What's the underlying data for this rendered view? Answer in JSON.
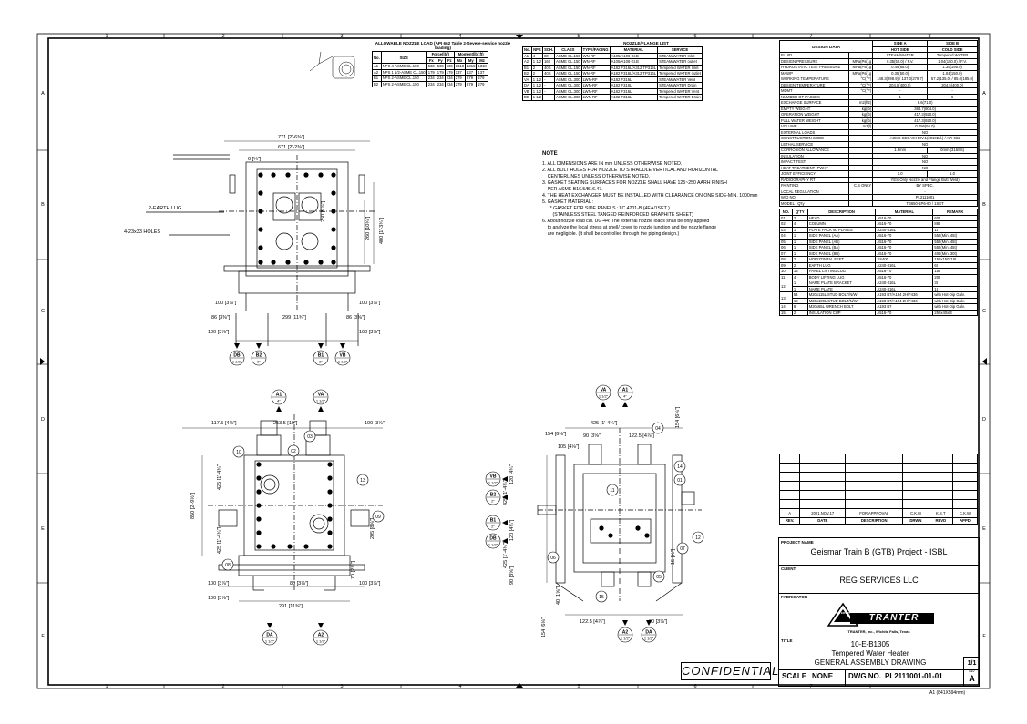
{
  "border": {
    "columns": [
      "1",
      "2",
      "3",
      "4",
      "5",
      "6",
      "7",
      "8"
    ],
    "rows": [
      "A",
      "B",
      "C",
      "D",
      "E",
      "F"
    ]
  },
  "nozzle_load": {
    "title": "ALLOWABLE NOZZLE LOAD (API 662 Table 2-Severe-service nozzle loading)",
    "group_force": "Force(lbf)",
    "group_moment": "Moment(lbf.ft)",
    "headers": [
      "No.",
      "SIZE",
      "Fx",
      "Fy",
      "Fz",
      "Mx",
      "My",
      "Mz"
    ],
    "rows": [
      [
        "A1",
        "NPS 4-ASME CL.150",
        "536",
        "536",
        "536",
        "1318",
        "1318",
        "1318"
      ],
      [
        "A2",
        "NPS 1 1/2-ASME CL.150",
        "179",
        "179",
        "179",
        "137",
        "137",
        "137"
      ],
      [
        "B1",
        "NPS 2-ASME CL.150",
        "234",
        "234",
        "234",
        "279",
        "279",
        "279"
      ],
      [
        "B2",
        "NPS 2-ASME CL.150",
        "234",
        "234",
        "234",
        "279",
        "279",
        "279"
      ]
    ]
  },
  "nozzle_list": {
    "title": "NOZZLE/FLANGE LIST",
    "headers": [
      "No.",
      "NPS",
      "SCH.",
      "CLASS",
      "TYPE/FACING",
      "MATERIAL",
      "SERVICE"
    ],
    "rows": [
      [
        "A1",
        "4",
        "80",
        "ASME CL.150",
        "WN-RF",
        "A105/A106 Gr.B",
        "STEAM/WATER Inlet"
      ],
      [
        "A2",
        "1 1/2",
        "160",
        "ASME CL.150",
        "WN-RF",
        "A105/A106 Gr.B",
        "STEAM/WATER outlet"
      ],
      [
        "B1",
        "2",
        "40S",
        "ASME CL.150",
        "WN-RF",
        "A182 F316L/A312 TP316L",
        "Tempered WATER Inlet"
      ],
      [
        "B2",
        "2",
        "40S",
        "ASME CL.150",
        "WN-RF",
        "A182 F316L/A312 TP316L",
        "Tempered WATER outlet"
      ],
      [
        "VA",
        "1 1/2",
        "-",
        "ASME CL.300",
        "LWN-RF",
        "A182 F316L",
        "STEAM/WATER Vent"
      ],
      [
        "DA",
        "1 1/2",
        "-",
        "ASME CL.300",
        "LWN-RF",
        "A182 F316L",
        "STEAM/WATER Drain"
      ],
      [
        "VB",
        "1 1/2",
        "-",
        "ASME CL.300",
        "LWN-RF",
        "A182 F316L",
        "Tempered WATER Vent"
      ],
      [
        "DB",
        "1 1/2",
        "-",
        "ASME CL.300",
        "LWN-RF",
        "A182 F316L",
        "Tempered WATER Drain"
      ]
    ]
  },
  "notes": {
    "heading": "NOTE",
    "lines": [
      "1. ALL DIMENSIONS ARE IN mm UNLESS OTHERWISE NOTED.",
      "2. ALL BOLT HOLES FOR NOZZLE TO STRADDLE VERTICAL AND HORIZONTAL",
      "    CENTERLINES UNLESS OTHERWISE NOTED.",
      "3. GASKET SEATING SURFACES FOR NOZZLE SHALL HAVE 125~250 AARH FINISH",
      "    PER ASME B16.5/B16.47.",
      "4. THE HEAT EXCHANGER MUST BE INSTALLED WITH CLEARANCE ON ONE SIDE-MIN. 1000mm",
      "5. GASKET MATERIAL :",
      "      * GASKET FOR SIDE PANELS :JIC 4201-B (4EA/1SET )",
      "        (STAINLESS STEEL TANGED REINFORCED GRAPHITE SHEET)",
      "6. About nozzle load cal. UG-44: The external nozzle loads shall be only applied",
      "    to analyze the local stress at shell/ cover to nozzle junction and the nozzle flange",
      "    are negligible. (It shall be controlled through the piping design.)"
    ]
  },
  "design_data": {
    "title": "DESIGN DATA",
    "side_a": "SIDE A",
    "side_b": "SIDE B",
    "hot": "HOT SIDE",
    "cold": "COLD SIDE",
    "rows": [
      [
        "FLUID",
        "",
        "STEAM/WATER",
        "Tempered WATER"
      ],
      [
        "DESIGN PRESSURE",
        "MPa(Psi).g",
        "0.35(50.0) / F.V.",
        "1.04(150.0) / F.V."
      ],
      [
        "HYDROSTATIC TEST PRESSURE",
        "MPa(Psi).g",
        "0.46(65.0)",
        "1.35(195.0)"
      ],
      [
        "MAWP",
        "MPa(Psi).g",
        "0.35(50.0)",
        "1.04(150.0)"
      ],
      [
        "WORKING TEMPERATURE",
        "°C(°F)",
        "148.3(298.9) / 137.0(278.7)",
        "57.2(135.0) / 85.0(185.0)"
      ],
      [
        "DESIGN TEMPERATURE",
        "°C(°F)",
        "204.5(400.0)",
        "204.5(400.0)"
      ],
      [
        "MDMT",
        "°C(°F)",
        "-",
        "-"
      ],
      [
        "NUMBER OF PASSES",
        "",
        "1",
        "6"
      ],
      [
        "EXCHANGE SURFACE",
        "m2(ft2)",
        "6.6(71.0)",
        ""
      ],
      [
        "EMPTY WEIGHT",
        "kg(lb)",
        "364.7(804.0)",
        ""
      ],
      [
        "OPERATION WEIGHT",
        "kg(lb)",
        "417.3(920.0)",
        ""
      ],
      [
        "FULL WATER WEIGHT",
        "kg(lb)",
        "417.3(920.0)",
        ""
      ],
      [
        "VOLUME",
        "m3(l)",
        "0.056(56.0)",
        ""
      ],
      [
        "EXTERNAL LOADS",
        "",
        "NO",
        ""
      ],
      [
        "CONSTRUCTION CODE",
        "",
        "ASME SEC.VIII DIV.1(2019Ed.) / API 662",
        ""
      ],
      [
        "LETHAL SERVICE",
        "",
        "NO",
        ""
      ],
      [
        "CORROSION ALLOWANCE",
        "",
        "1.6mm",
        "0mm (316SS)"
      ],
      [
        "INSULATION",
        "",
        "NO",
        ""
      ],
      [
        "IMPACT TEST",
        "",
        "NO",
        ""
      ],
      [
        "HEAT TREATMENT -PWHT-",
        "",
        "NO",
        ""
      ],
      [
        "JOINT EFFICIENCY",
        "",
        "1.0",
        "1.0"
      ],
      [
        "RADIOGRAPHY RT",
        "",
        "YES(Only Nozzle and Flange Butt Weld)",
        ""
      ],
      [
        "PAINTING",
        "C.S ONLY",
        "BY SPEC.",
        ""
      ],
      [
        "LOCAL REGULATION",
        "",
        "-",
        ""
      ],
      [
        "W/O NO.",
        "",
        "PL2111001",
        ""
      ],
      [
        "MODEL / Q'ty",
        "",
        "TB650-1P6-60 / 1SET",
        ""
      ]
    ]
  },
  "parts": {
    "headers": [
      "NO.",
      "Q'TY",
      "DESCRIPTION",
      "MATERIAL",
      "REMARK"
    ],
    "rows": [
      [
        "01",
        "2",
        "HEAD",
        "A516-70",
        "60t"
      ],
      [
        "02",
        "4",
        "COLUMN",
        "A516-70",
        "88t"
      ],
      [
        "03",
        "1",
        "PLATE PACK 60 PLATES",
        "A240-316L",
        "1t"
      ],
      [
        "04",
        "1",
        "SIDE PANEL (AA)",
        "A516-70",
        "55t (Min. 45t)"
      ],
      [
        "05",
        "1",
        "SIDE PANEL (AB)",
        "A516-70",
        "55t (Min. 45t)"
      ],
      [
        "06",
        "1",
        "SIDE PANEL (BA)",
        "A516-70",
        "55t (Min. 45t)"
      ],
      [
        "07",
        "1",
        "SIDE PANEL (BB)",
        "A516-70",
        "40t (Min. 30t)"
      ],
      [
        "08",
        "2",
        "HORIZONTAL FEET",
        "SS400",
        "150x150x15t"
      ],
      [
        "09",
        "2",
        "EARTH LUG",
        "A240-316L",
        "6t"
      ],
      [
        "10",
        "13",
        "PANEL LIFTING LUG",
        "A516-70",
        "15t"
      ],
      [
        "11",
        "4",
        "BODY LIFTING LUG",
        "A516-70",
        "20t"
      ],
      [
        "12a",
        "1",
        "NAME PLATE BRACKET",
        "A240-316L",
        "3t"
      ],
      [
        "12b",
        "1",
        "NAME PLATE",
        "A240-316L",
        "1t"
      ],
      [
        "13a",
        "54",
        "M20x115L STUD BOLT/N/W",
        "A193 B7/A194 2H/F436",
        "with Hot-Dip Galv."
      ],
      [
        "13b",
        "18",
        "M20x100L STUD BOLT/N/W",
        "A193 B7/A194 2H/F436",
        "with Hot-Dip Galv."
      ],
      [
        "14",
        "8",
        "M20x65L WRENCH BOLT",
        "A193 B7",
        "with Hot-Dip Galv."
      ],
      [
        "15",
        "2",
        "INSULATION CUP",
        "A516-70",
        "250x40x8t"
      ]
    ]
  },
  "revisions": {
    "rev": "A",
    "date": "2021.NOV.17",
    "desc": "FOR APPROVAL",
    "drwn": "C.K.M",
    "revd": "K.S.T",
    "appd": "C.K.W",
    "h_rev": "REV.",
    "h_date": "DATE",
    "h_desc": "DESCRIPTION",
    "h_drwn": "DRWN",
    "h_revd": "REVD",
    "h_appd": "APPD"
  },
  "title_block": {
    "project_label": "PROJECT NAME",
    "project": "Geismar Train B (GTB) Project - ISBL",
    "client_label": "CLIENT",
    "client": "REG SERVICES LLC",
    "fabricator_label": "FABRICATOR",
    "logo_text": "TRANTER",
    "logo_badge": "THE EXPERT",
    "fabricator_addr": "TRANTER, Inc., Wichita Falls, Texas",
    "title_label": "TITLE",
    "title1": "10-E-B1305",
    "title2": "Tempered Water Heater",
    "title3": "GENERAL ASSEMBLY DRAWING",
    "sheet": "1/1",
    "scale_label": "SCALE",
    "scale": "NONE",
    "dwg_label": "DWG NO.",
    "dwg": "PL2111001-01-01",
    "rev_label": "REV",
    "rev": "A",
    "paper": "A1 (841X594mm)"
  },
  "confidential": "CONFIDENTIAL",
  "dims": {
    "top_771": "771 [2'-6⅜\"]",
    "top_671": "671 [2'-2⅜\"]",
    "top_6": "6 [¼\"]",
    "earth_lug": "2-EARTH LUG",
    "holes": "4-23x33 HOLES",
    "d250": "250 [9⅞\"]",
    "d260": "260 [10¼\"]",
    "d400": "400 [1'-3¾\"]",
    "d100a": "100 [3⅞\"]",
    "d86a": "86 [3⅜\"]",
    "d299": "299 [11¾\"]",
    "d86b": "86 [3⅜\"]",
    "d100b": "100 [3⅞\"]",
    "d100c": "100 [3⅞\"]",
    "d100d": "100 [3⅞\"]",
    "d117": "117.5 [4⅝\"]",
    "d253": "253.5 [10\"]",
    "d100e": "100 [3⅞\"]",
    "d425a": "425 [1'-4¾\"]",
    "d850": "850 [2'-9½\"]",
    "d425b": "425 [1'-4¾\"]",
    "d205": "205 [8⅛\"]",
    "d70": "70 [2¾\"]",
    "d100f": "100 [3⅞\"]",
    "d80": "80 [3⅛\"]",
    "d100g": "100 [3⅞\"]",
    "d100h": "100 [3⅞\"]",
    "d291": "291 [11⅜\"]",
    "d425c": "425 [1'-4¾\"]",
    "d154a": "154 [6⅛\"]",
    "d90a": "90 [3⅝\"]",
    "d122a": "122.5 [4⅞\"]",
    "d154b": "154 [6⅛\"]",
    "d105": "105 [4⅛\"]",
    "d120a": "120 [4¾\"]",
    "d425d": "425 [1'-4¾\"]",
    "d120b": "120 [4¾\"]",
    "d425e": "425 [1'-4¾\"]",
    "d90b": "90 [3⅝\"]",
    "d40": "40 [1⅝\"]",
    "d122b": "122.5 [4⅞\"]",
    "d90c": "90 [3⅝\"]",
    "d154c": "154 [6⅛\"]",
    "d15": "15 [⅝\"]"
  },
  "nozzle_callouts": {
    "db": [
      "DB",
      "1 1/2\""
    ],
    "b2": [
      "B2",
      "2\""
    ],
    "b1": [
      "B1",
      "2\""
    ],
    "vb": [
      "VB",
      "1 1/2\""
    ],
    "a1_mid": [
      "A1",
      "4\""
    ],
    "va_mid": [
      "VA",
      "1 1/2\""
    ],
    "va_r": [
      "VA",
      "1 1/2\""
    ],
    "a1_r": [
      "A1",
      "4\""
    ],
    "da_bot": [
      "DA",
      "1 1/2\""
    ],
    "a2_bot": [
      "A2",
      "1 1/2\""
    ],
    "a2_r": [
      "A2",
      "1 1/2\""
    ],
    "da_r": [
      "DA",
      "1 1/2\""
    ],
    "vb_side": [
      "VB",
      "1 1/2\""
    ],
    "b2_side": [
      "B2",
      "2\""
    ],
    "b1_side": [
      "B1",
      "2\""
    ],
    "db_side": [
      "DB",
      "1 1/2\""
    ]
  },
  "balloons": {
    "b10": "10",
    "b02": "02",
    "b03": "03",
    "b13": "13",
    "b09": "09",
    "b08": "08",
    "b04": "04",
    "b14": "14",
    "b11": "11",
    "b01": "01",
    "b06": "06",
    "b07": "07",
    "b12": "12",
    "b05": "05",
    "b15": "15"
  }
}
